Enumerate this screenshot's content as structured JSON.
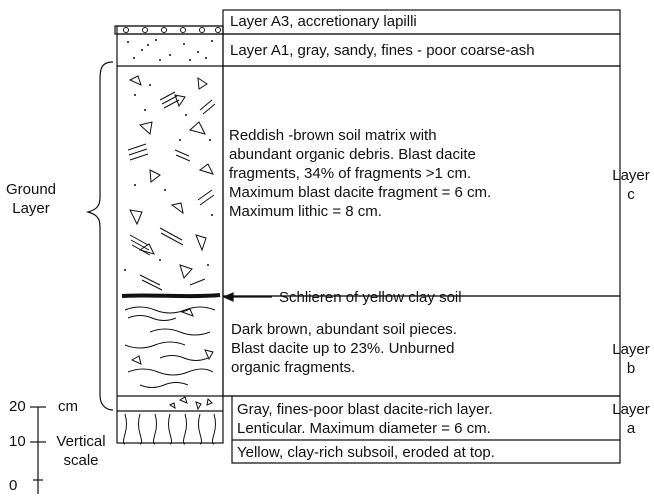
{
  "layers": {
    "a3": "Layer A3, accretionary lapilli",
    "a1": "Layer A1, gray, sandy, fines - poor coarse-ash",
    "c_desc": [
      "Reddish -brown soil matrix with",
      "abundant organic debris. Blast dacite",
      "fragments, 34% of fragments >1 cm.",
      "Maximum blast dacite fragment = 6 cm.",
      "Maximum lithic = 8 cm."
    ],
    "schlieren": "Schlieren of yellow clay soil",
    "b_desc": [
      "Dark brown, abundant soil pieces.",
      "Blast dacite up to 23%.  Unburned",
      "organic fragments."
    ],
    "a_desc": [
      "Gray, fines-poor blast dacite-rich layer.",
      "Lenticular. Maximum diameter = 6 cm."
    ],
    "subsoil": "Yellow, clay-rich subsoil, eroded at top."
  },
  "side_labels": {
    "c": [
      "Layer",
      "c"
    ],
    "b": [
      "Layer",
      "b"
    ],
    "a": [
      "Layer",
      "a"
    ]
  },
  "ground_layer": [
    "Ground",
    "Layer"
  ],
  "scale": {
    "ticks": [
      "20",
      "10",
      "0"
    ],
    "unit": "cm",
    "title": [
      "Vertical",
      "scale"
    ]
  }
}
